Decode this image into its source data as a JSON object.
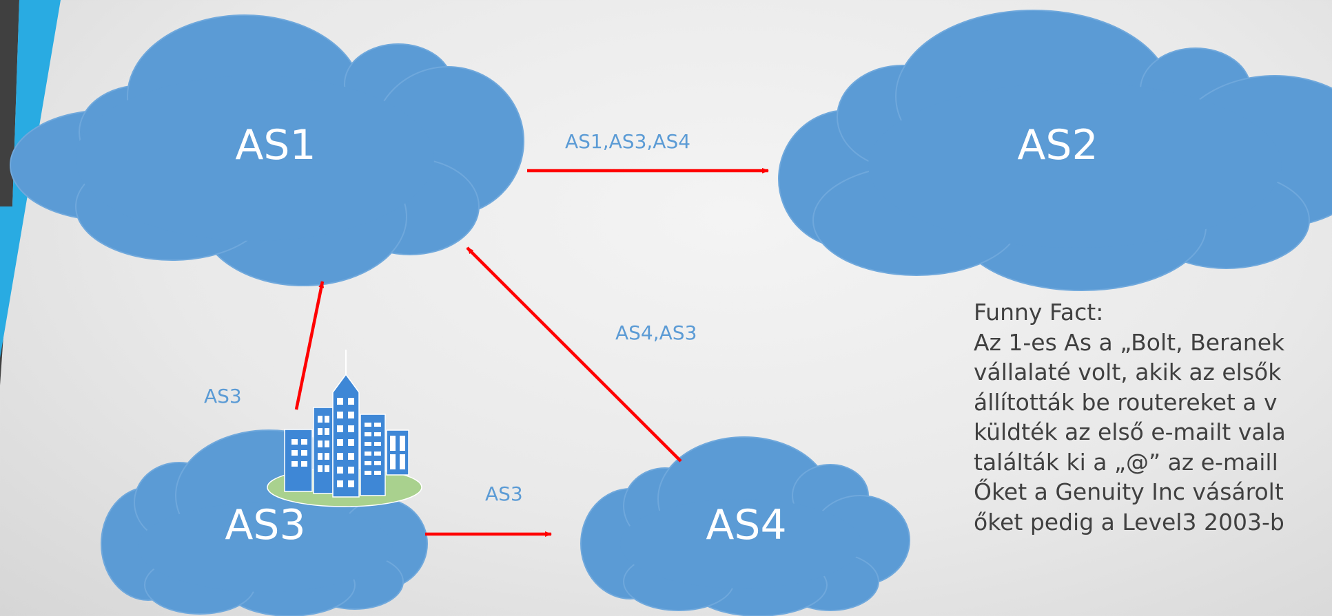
{
  "nodes": {
    "as1": {
      "label": "AS1"
    },
    "as2": {
      "label": "AS2"
    },
    "as3": {
      "label": "AS3"
    },
    "as4": {
      "label": "AS4"
    }
  },
  "edges": {
    "as1_to_as2": {
      "label": "AS1,AS3,AS4"
    },
    "as4_to_as1": {
      "label": "AS4,AS3"
    },
    "as3_to_as1": {
      "label": "AS3"
    },
    "as3_to_as4": {
      "label": "AS3"
    }
  },
  "fun_fact": {
    "title": "Funny Fact:",
    "lines": [
      "Az 1-es As a „Bolt, Beranek",
      "vállalaté volt, akik az elsők",
      "állították be routereket a v",
      "küldték az első e-mailt vala",
      "találták ki a „@” az e-maill",
      "Őket a Genuity Inc vásárolt",
      "őket pedig a Level3 2003-b"
    ]
  },
  "colors": {
    "cloud": "#5b9bd5",
    "arrow": "#ff0000",
    "label": "#5b9bd5",
    "accent_bar": "#29abe2",
    "dark_bar": "#404040"
  },
  "icons": [
    "city-buildings-icon"
  ]
}
